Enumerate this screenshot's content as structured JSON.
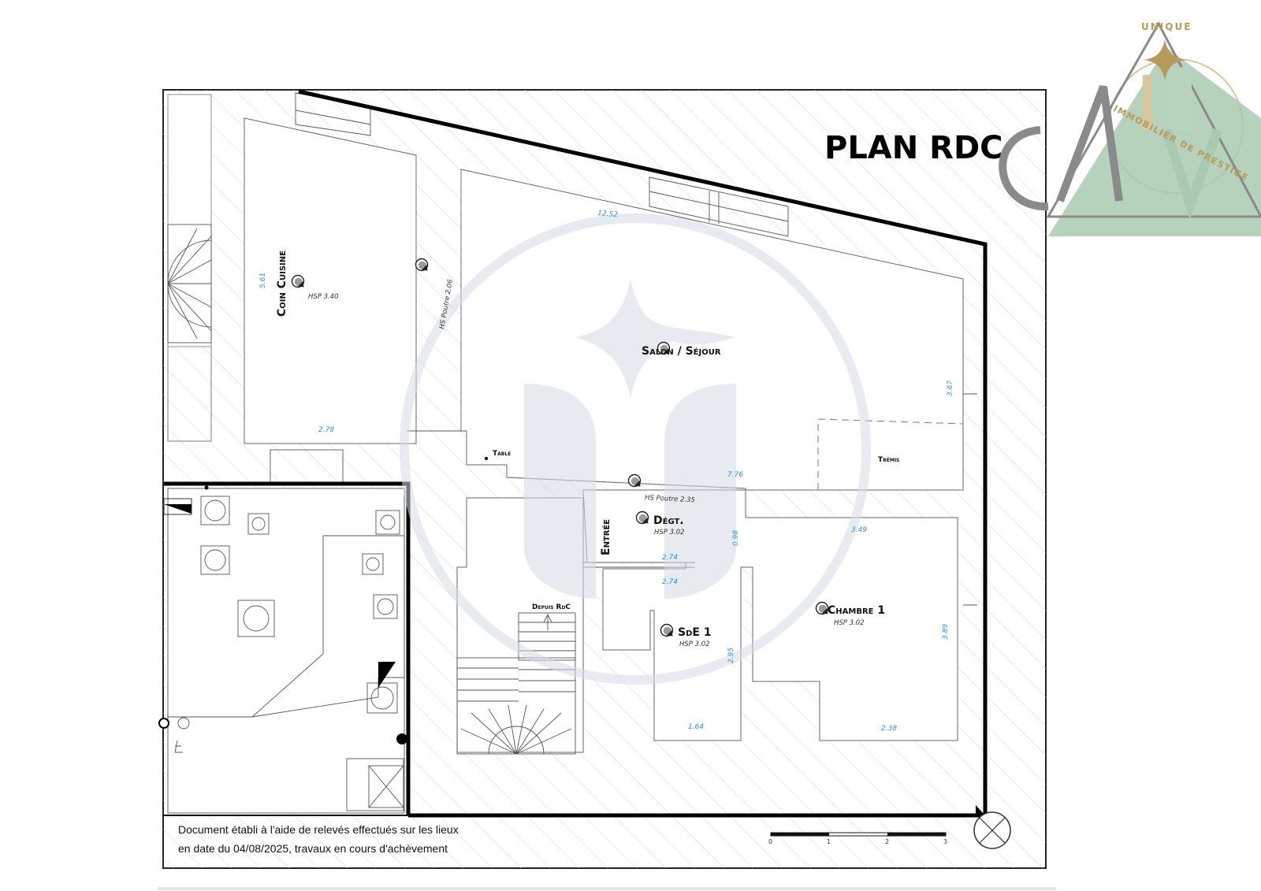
{
  "header": {
    "title": "PLAN RDC"
  },
  "logo": {
    "brand_top": "UNIQUE",
    "brand_arc": "IMMOBILIER DE PRESTIGE"
  },
  "rooms": {
    "coin_cuisine": {
      "name": "Coin Cuisine",
      "hsp": "HSP 3.40"
    },
    "salon_sejour": {
      "name": "Salon / Séjour"
    },
    "degt": {
      "name": "Dégt.",
      "hsp": "HSP 3.02"
    },
    "entree": {
      "name": "Entrée"
    },
    "sde": {
      "name": "SdE 1",
      "hsp": "HSP 3.02"
    },
    "chambre": {
      "name": "Chambre 1",
      "hsp": "HSP 3.02"
    },
    "tremis": {
      "name": "Trémis"
    },
    "table": {
      "name": "Table"
    },
    "depuis_rdc": {
      "name": "Depuis RdC"
    }
  },
  "annotations": {
    "poutre_1": "HS Poutre 2.06",
    "poutre_2": "HS Poutre 2.35"
  },
  "dimensions": {
    "d1252": "12.52",
    "d561": "5.61",
    "d278": "2.78",
    "d367": "3.67",
    "d776": "7.76",
    "d349": "3.49",
    "d098": "0.98",
    "d274a": "2.74",
    "d274b": "2.74",
    "d295": "2.95",
    "d389": "3.89",
    "d164": "1.64",
    "d238": "2.38"
  },
  "footer": {
    "note_line1": "Document établi à l'aide de relevés effectués sur les lieux",
    "note_line2": "en date du 04/08/2025, travaux en cours d'achèvement"
  },
  "scale_bar": {
    "labels": [
      "0",
      "1",
      "2",
      "3"
    ]
  },
  "colors": {
    "dimension_blue": "#2d8fe0",
    "logo_green": "#a9c9b0",
    "logo_gold": "#b89a5a",
    "logo_grey": "#8a8a8a",
    "watermark_grey": "#d5dbe2"
  },
  "icons": [
    "compass-icon",
    "room-marker-icon",
    "logo-icon",
    "watermark-icon"
  ]
}
